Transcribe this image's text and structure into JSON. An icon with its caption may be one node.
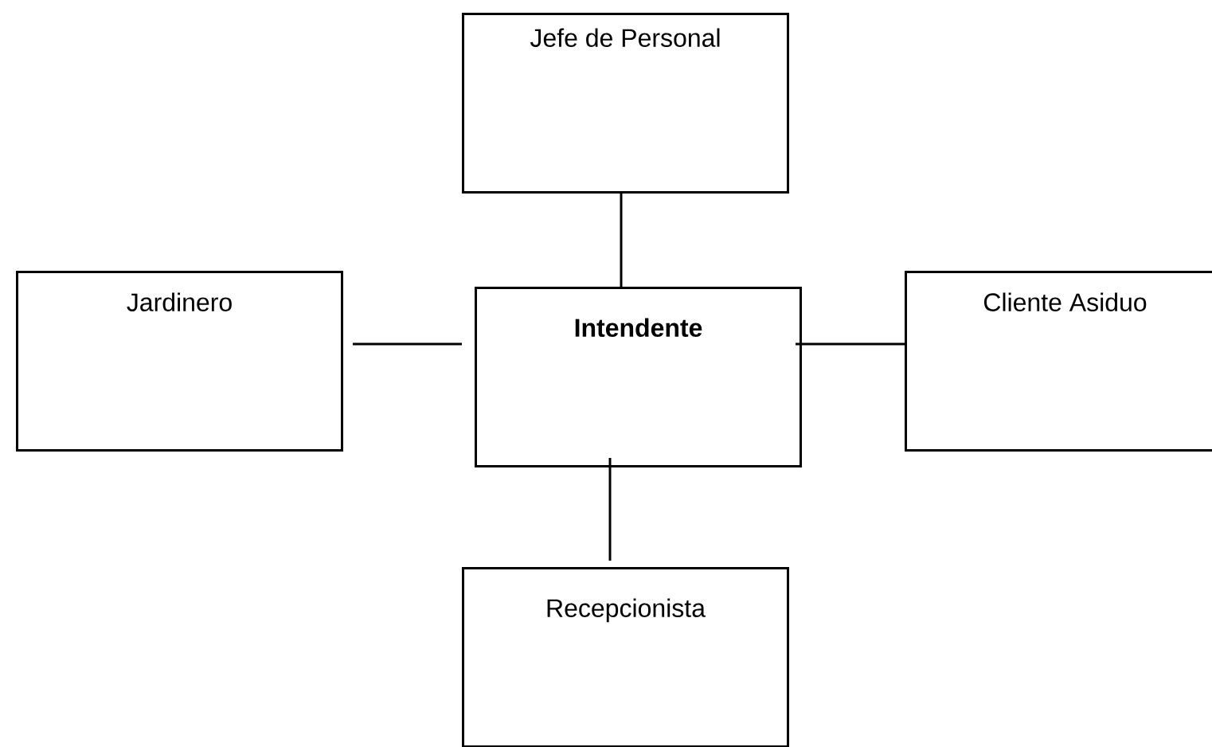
{
  "diagram": {
    "nodes": [
      {
        "text": [
          "Jefe de Personal"
        ]
      },
      {
        "text": [
          "Jardinero"
        ]
      },
      {
        "text": [
          "Intendente"
        ]
      },
      {
        "text": [
          "Cliente Asiduo"
        ]
      },
      {
        "text": [
          "Recepcionista"
        ]
      }
    ],
    "edges": [
      {
        "from": 0,
        "to": 2,
        "arrow": "none"
      },
      {
        "from": 1,
        "to": 2,
        "arrow": "none"
      },
      {
        "from": 2,
        "to": 3,
        "arrow": "none"
      },
      {
        "from": 2,
        "to": 4,
        "arrow": "none"
      }
    ]
  }
}
